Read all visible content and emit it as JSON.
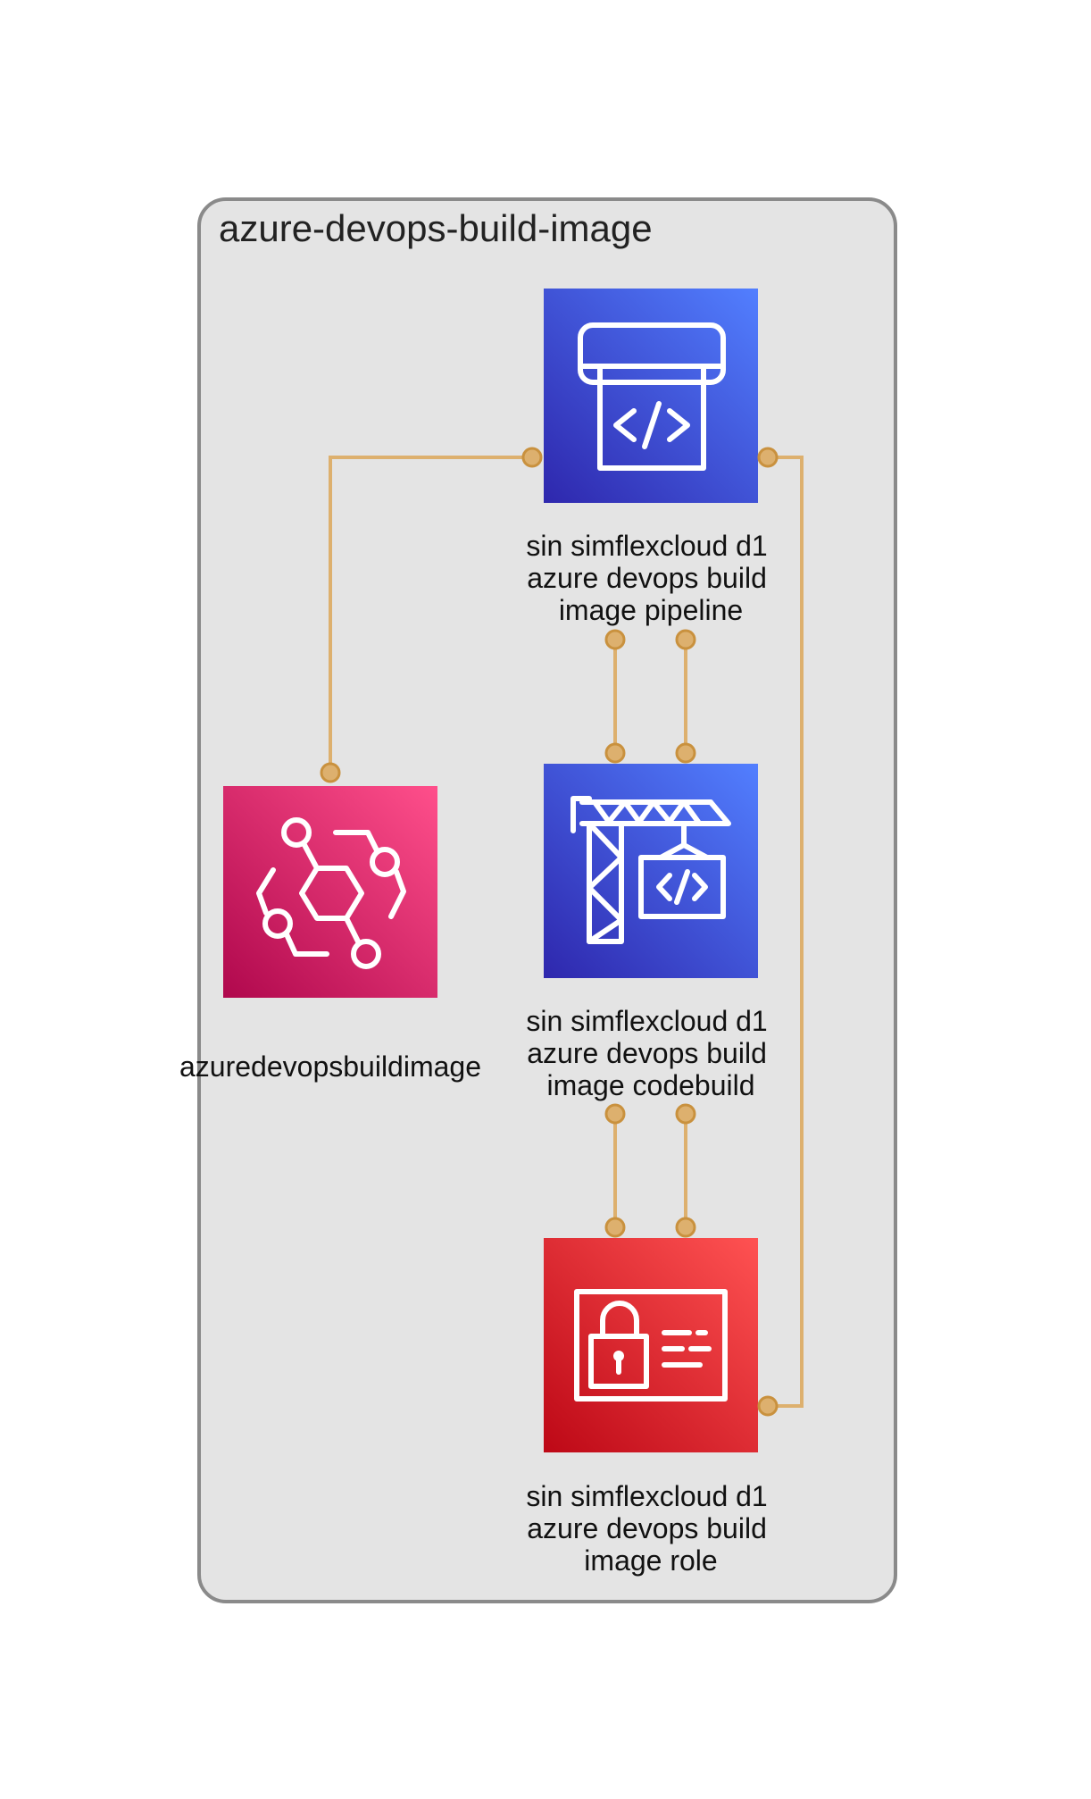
{
  "group": {
    "title": "azure-devops-build-image"
  },
  "nodes": {
    "pipeline": {
      "label_lines": [
        "sin simflexcloud d1",
        "azure devops build",
        "image pipeline"
      ],
      "icon": "codepipeline-icon",
      "colors": [
        "#2e27ad",
        "#527fff"
      ]
    },
    "codebuild": {
      "label_lines": [
        "sin simflexcloud d1",
        "azure devops build",
        "image codebuild"
      ],
      "icon": "codebuild-icon",
      "colors": [
        "#2e27ad",
        "#527fff"
      ]
    },
    "role": {
      "label_lines": [
        "sin simflexcloud d1",
        "azure devops build",
        "image role"
      ],
      "icon": "iam-role-icon",
      "colors": [
        "#bd0816",
        "#ff5252"
      ]
    },
    "eventbridge": {
      "label_lines": [
        "azuredevopsbuildimage"
      ],
      "icon": "eventbridge-icon",
      "colors": [
        "#b0084d",
        "#ff4f8b"
      ]
    }
  },
  "edge_color": "#ddb06e"
}
